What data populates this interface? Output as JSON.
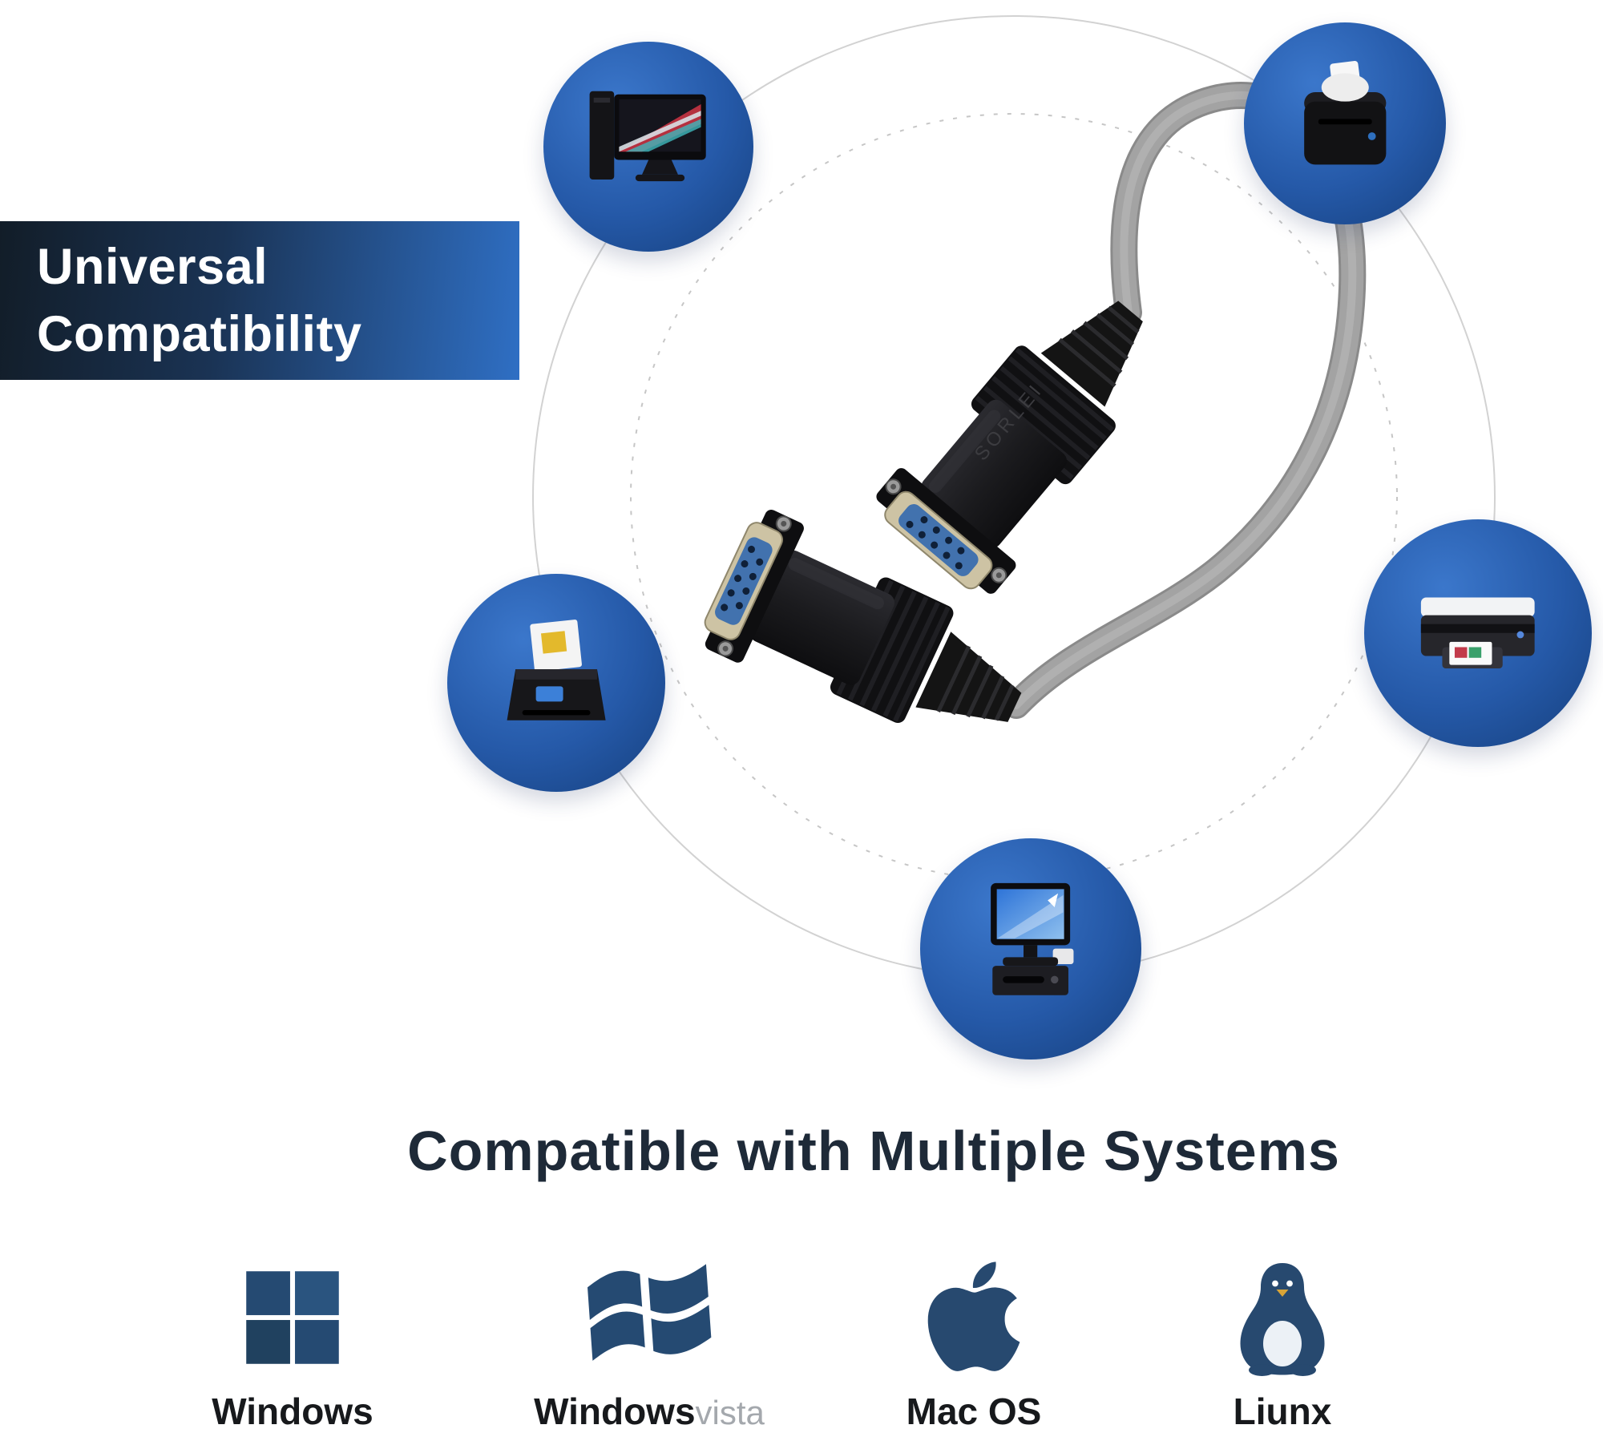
{
  "banner": {
    "line1": "Universal",
    "line2": "Compatibility"
  },
  "heading": "Compatible with Multiple Systems",
  "product": {
    "embossed_brand": "SORLEI"
  },
  "badges": [
    {
      "id": "desktop-monitor"
    },
    {
      "id": "receipt-printer"
    },
    {
      "id": "inkjet-printer"
    },
    {
      "id": "document-scanner"
    },
    {
      "id": "pos-terminal"
    }
  ],
  "os_list": [
    {
      "label": "Windows",
      "icon": "windows-logo"
    },
    {
      "label": "Windows",
      "suffix": "vista",
      "icon": "windows-vista-logo"
    },
    {
      "label": "Mac OS",
      "icon": "apple-logo"
    },
    {
      "label": "Liunx",
      "icon": "linux-tux-logo"
    }
  ],
  "colors": {
    "banner_gradient_start": "#121d28",
    "banner_gradient_end": "#2f6fc4",
    "badge_blue": "#2559a8",
    "heading": "#1e2a38",
    "os_logo_navy": "#254a72",
    "vista_suffix_grey": "#a4a8ad",
    "cable_grey": "#a3a3a3",
    "connector_insert_blue": "#4272ae"
  }
}
